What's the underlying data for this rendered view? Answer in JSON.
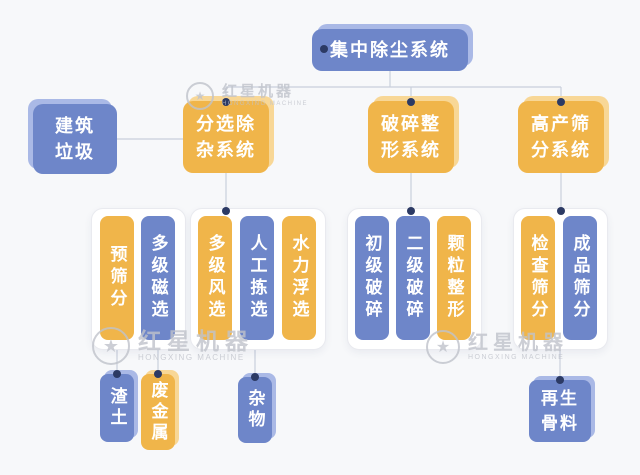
{
  "colors": {
    "background": "#f7f8fa",
    "blue": "#6e86c9",
    "blue_shadow": "#aab9e6",
    "yellow": "#f0b54a",
    "yellow_shadow": "#f8d796",
    "line": "#c9cfdc",
    "dot": "#2c3a64",
    "card_border": "#e9eaef"
  },
  "nodes": {
    "dust_system": "集中除尘系统",
    "source": "建筑\n垃圾",
    "sorting_system": "分选除\n杂系统",
    "crushing_system": "破碎整\n形系统",
    "screening_system": "高产筛\n分系统",
    "pre_screening": "预筛分",
    "magnetic_separation": "多级磁选",
    "air_separation": "多级风选",
    "manual_picking": "人工拣选",
    "hydraulic_flotation": "水力浮选",
    "primary_crushing": "初级破碎",
    "secondary_crushing": "二级破碎",
    "particle_shaping": "颗粒整形",
    "check_screening": "检查筛分",
    "product_screening": "成品筛分",
    "slag": "渣土",
    "scrap_metal": "废金属",
    "debris": "杂物",
    "recycled_aggregate": "再生\n骨料"
  },
  "watermark": {
    "logo_glyph": "★",
    "brand": "红星机器",
    "subtitle": "HONGXING MACHINE"
  }
}
